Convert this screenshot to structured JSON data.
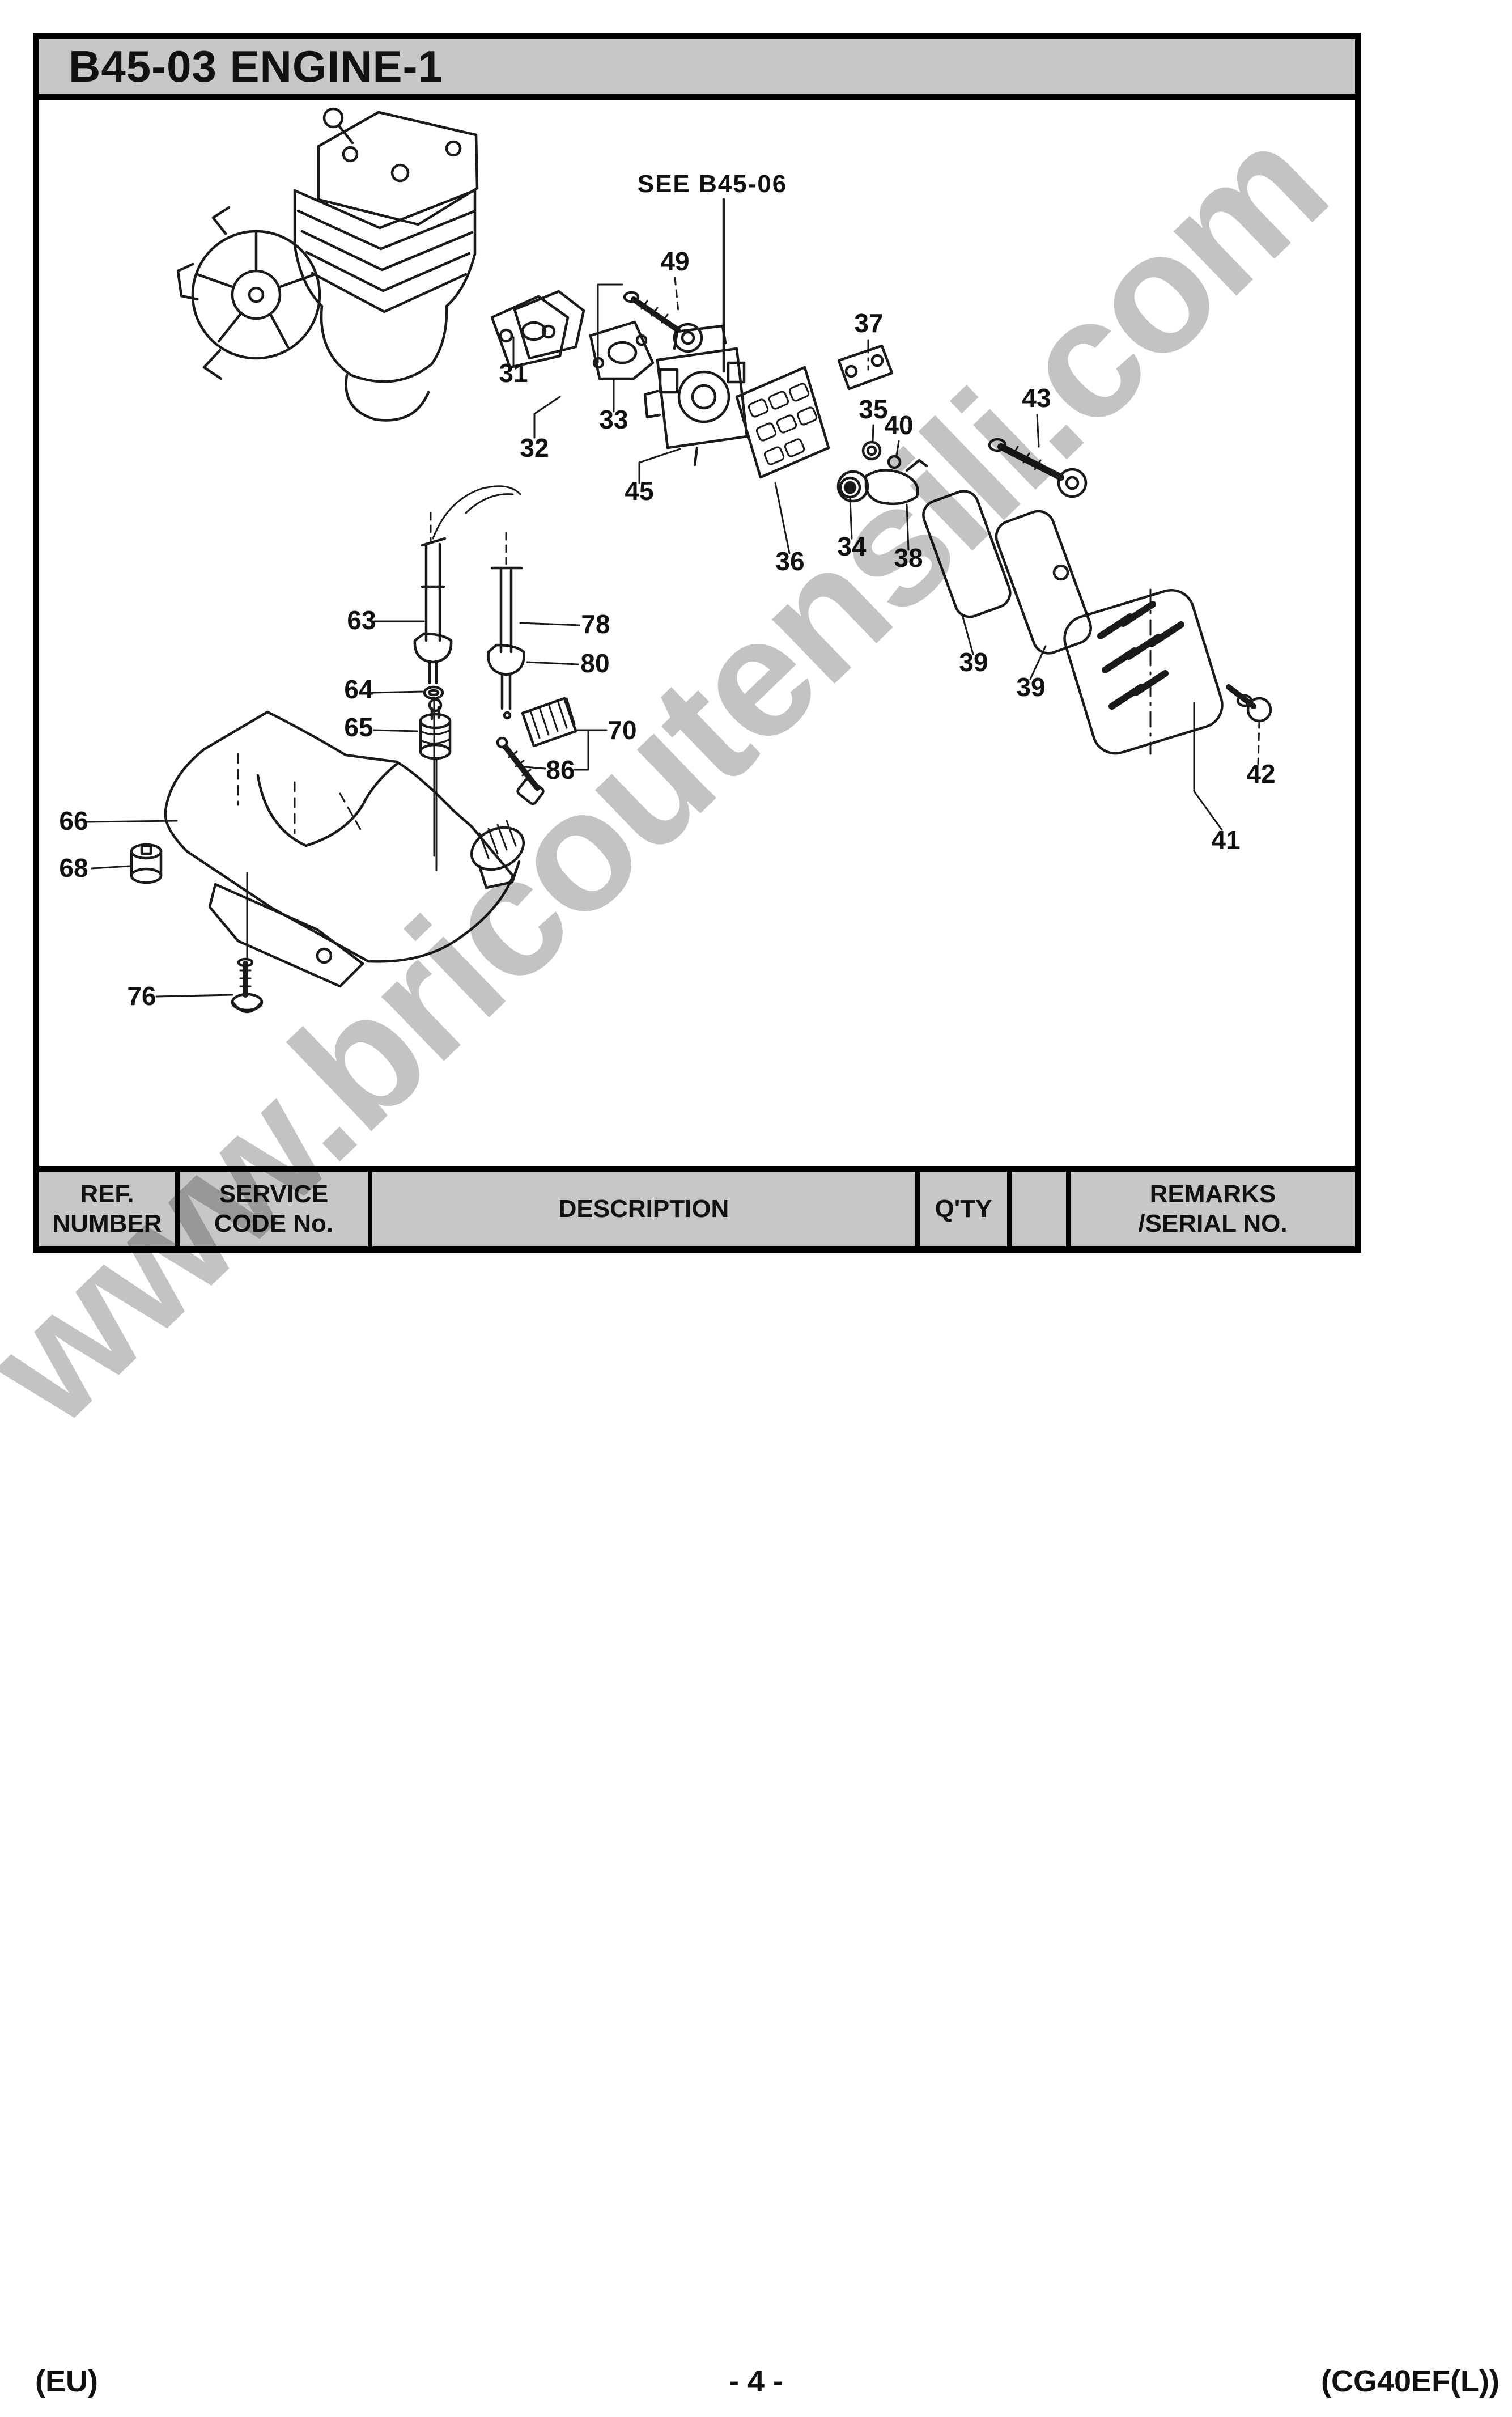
{
  "window": {
    "title": "B45-03 ENGINE-1"
  },
  "diagram": {
    "see_ref": "SEE B45-06",
    "callouts": [
      {
        "label": "49"
      },
      {
        "label": "37"
      },
      {
        "label": "31"
      },
      {
        "label": "43"
      },
      {
        "label": "35"
      },
      {
        "label": "40"
      },
      {
        "label": "33"
      },
      {
        "label": "32"
      },
      {
        "label": "45"
      },
      {
        "label": "34"
      },
      {
        "label": "36"
      },
      {
        "label": "38"
      },
      {
        "label": "63"
      },
      {
        "label": "78"
      },
      {
        "label": "39"
      },
      {
        "label": "80"
      },
      {
        "label": "39"
      },
      {
        "label": "64"
      },
      {
        "label": "65"
      },
      {
        "label": "70"
      },
      {
        "label": "86"
      },
      {
        "label": "42"
      },
      {
        "label": "66"
      },
      {
        "label": "68"
      },
      {
        "label": "41"
      },
      {
        "label": "76"
      }
    ]
  },
  "table": {
    "columns": [
      {
        "line1": "REF.",
        "line2": "NUMBER"
      },
      {
        "line1": "SERVICE",
        "line2": "CODE No."
      },
      {
        "line1": "DESCRIPTION",
        "line2": ""
      },
      {
        "line1": "Q'TY",
        "line2": ""
      },
      {
        "line1": "",
        "line2": ""
      },
      {
        "line1": "REMARKS",
        "line2": "/SERIAL NO."
      }
    ],
    "rows": []
  },
  "footer": {
    "region": "(EU)",
    "page": "- 4 -",
    "model": "(CG40EF(L))"
  },
  "watermark": "www.bricoutensili.com",
  "colors": {
    "band_bg": "#c7c7c7",
    "line": "#1a1a1a",
    "watermark": "#c3c3c3"
  }
}
